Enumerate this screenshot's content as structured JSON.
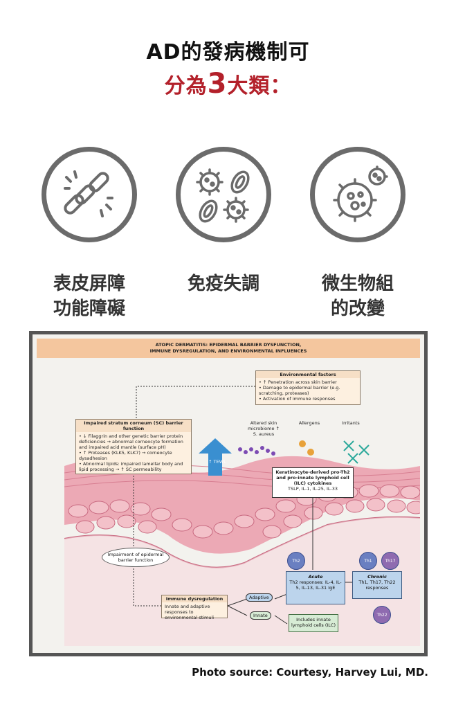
{
  "heading": {
    "line1": "AD的發病機制可",
    "line2_prefix": "分為",
    "line2_number": "3",
    "line2_suffix": "大類："
  },
  "categories": [
    {
      "icon": "broken-chain-icon",
      "line1": "表皮屏障",
      "line2": "功能障礙"
    },
    {
      "icon": "germs-icon",
      "line1": "免疫失調",
      "line2": ""
    },
    {
      "icon": "microbe-icon",
      "line1": "微生物組",
      "line2": "的改變"
    }
  ],
  "figure": {
    "header_line1": "ATOPIC DERMATITIS: EPIDERMAL BARRIER DYSFUNCTION,",
    "header_line2": "IMMUNE DYSREGULATION, AND ENVIRONMENTAL INFLUENCES",
    "env_title": "Environmental factors",
    "env_items": [
      "• ↑ Penetration across skin barrier",
      "• Damage to epidermal barrier (e.g. scratching, proteases)",
      "• Activation of immune responses"
    ],
    "env_labels": {
      "microbiome": "Altered skin microbiome ↑ S. aureus",
      "allergens": "Allergens",
      "irritants": "Irritants"
    },
    "sc_title": "Impaired stratum corneum (SC) barrier function",
    "sc_items": [
      "• ↓ Filaggrin and other genetic barrier protein deficiencies → abnormal corneocyte formation and impaired acid mantle (surface pH)",
      "• ↑ Proteases (KLK5, KLK7) → corneocyte dysadhesion",
      "• Abnormal lipids: impaired lamellar body and lipid processing → ↑ SC permeability"
    ],
    "tewl": "↑ TEWL",
    "kc_title": "Keratinocyte-derived pro-Th2 and pro-innate lymphoid cell (ILC) cytokines",
    "kc_detail": "TSLP, IL-1, IL-25, IL-33",
    "impairment": "Impairment of epidermal barrier function",
    "immune_title": "Immune dysregulation",
    "immune_text": "Innate and adaptive responses to environmental stimuli",
    "adaptive": "Adaptive",
    "innate": "Innate",
    "acute_title": "Acute",
    "acute_text": "Th2 responses: IL-4, IL-5, IL-13, IL-31 IgE",
    "chronic_title": "Chronic",
    "chronic_text": "Th1, Th17, Th22 responses",
    "ilc_text": "Includes innate lymphoid cells (ILC)",
    "cells": {
      "th2": "Th2",
      "th1": "Th1",
      "th17": "Th17",
      "th22": "Th22"
    }
  },
  "credit": "Photo source: Courtesy, Harvey Lui, MD.",
  "colors": {
    "accent_red": "#b3202a",
    "icon_gray": "#6b6b6b"
  }
}
